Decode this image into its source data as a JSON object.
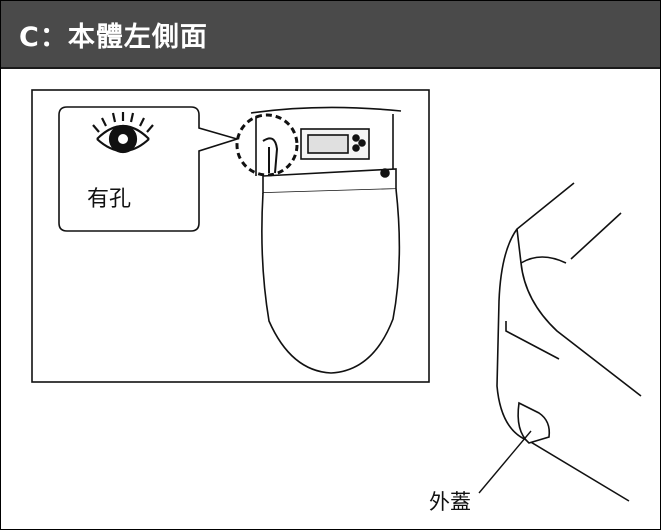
{
  "header": {
    "title": "C：本體左側面"
  },
  "callouts": {
    "hole_label": "有孔",
    "outer_cover_label": "外蓋"
  },
  "icons": {
    "eye": "eye-icon",
    "hole_marker": "dashed-circle-highlight"
  },
  "colors": {
    "header_bg": "#4a4a4a",
    "header_text": "#ffffff",
    "line": "#111111"
  }
}
